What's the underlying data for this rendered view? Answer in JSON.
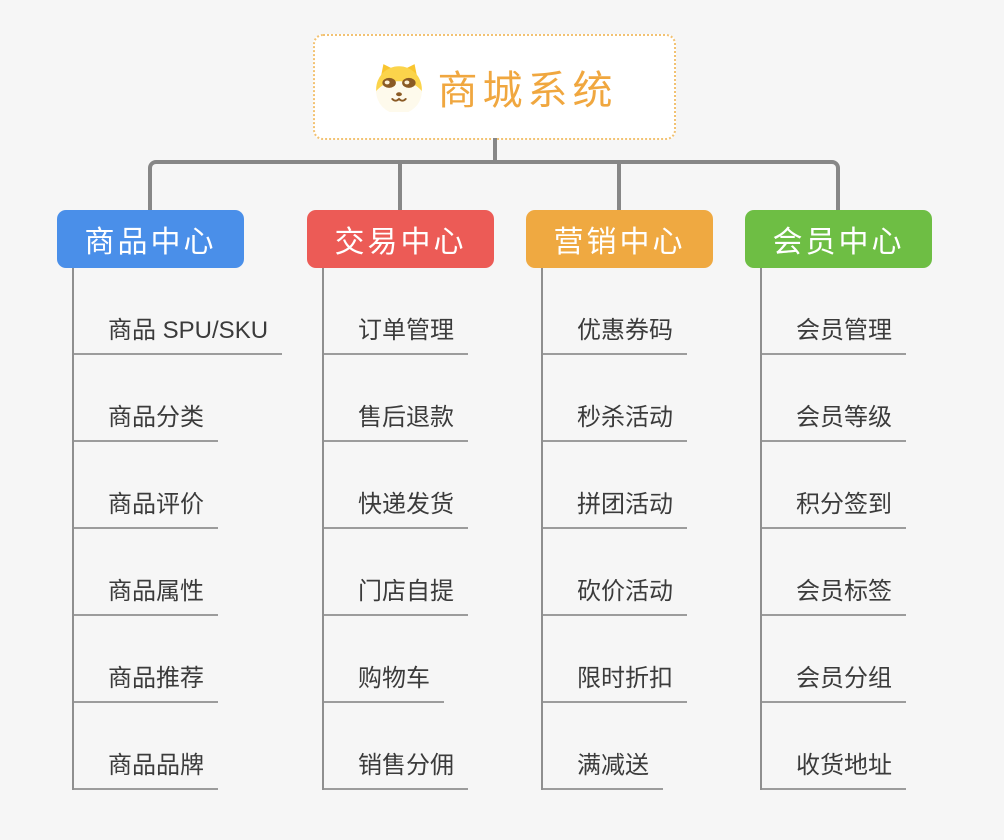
{
  "root": {
    "title": "商城系统",
    "icon": "shiba-dog-icon"
  },
  "branches": [
    {
      "label": "商品中心",
      "color": "#4a8fe9",
      "children": [
        "商品 SPU/SKU",
        "商品分类",
        "商品评价",
        "商品属性",
        "商品推荐",
        "商品品牌"
      ]
    },
    {
      "label": "交易中心",
      "color": "#ec5b56",
      "children": [
        "订单管理",
        "售后退款",
        "快递发货",
        "门店自提",
        "购物车",
        "销售分佣"
      ]
    },
    {
      "label": "营销中心",
      "color": "#efa941",
      "children": [
        "优惠券码",
        "秒杀活动",
        "拼团活动",
        "砍价活动",
        "限时折扣",
        "满减送"
      ]
    },
    {
      "label": "会员中心",
      "color": "#6ebe44",
      "children": [
        "会员管理",
        "会员等级",
        "积分签到",
        "会员标签",
        "会员分组",
        "收货地址"
      ]
    }
  ],
  "colors": {
    "canvas_background": "#f6f6f6",
    "root_border": "#f2c273",
    "root_title": "#f0a73f",
    "connector_line": "#878787",
    "child_underline": "#9c9c9c",
    "child_text": "#3b3b3b",
    "header_text": "#ffffff"
  }
}
